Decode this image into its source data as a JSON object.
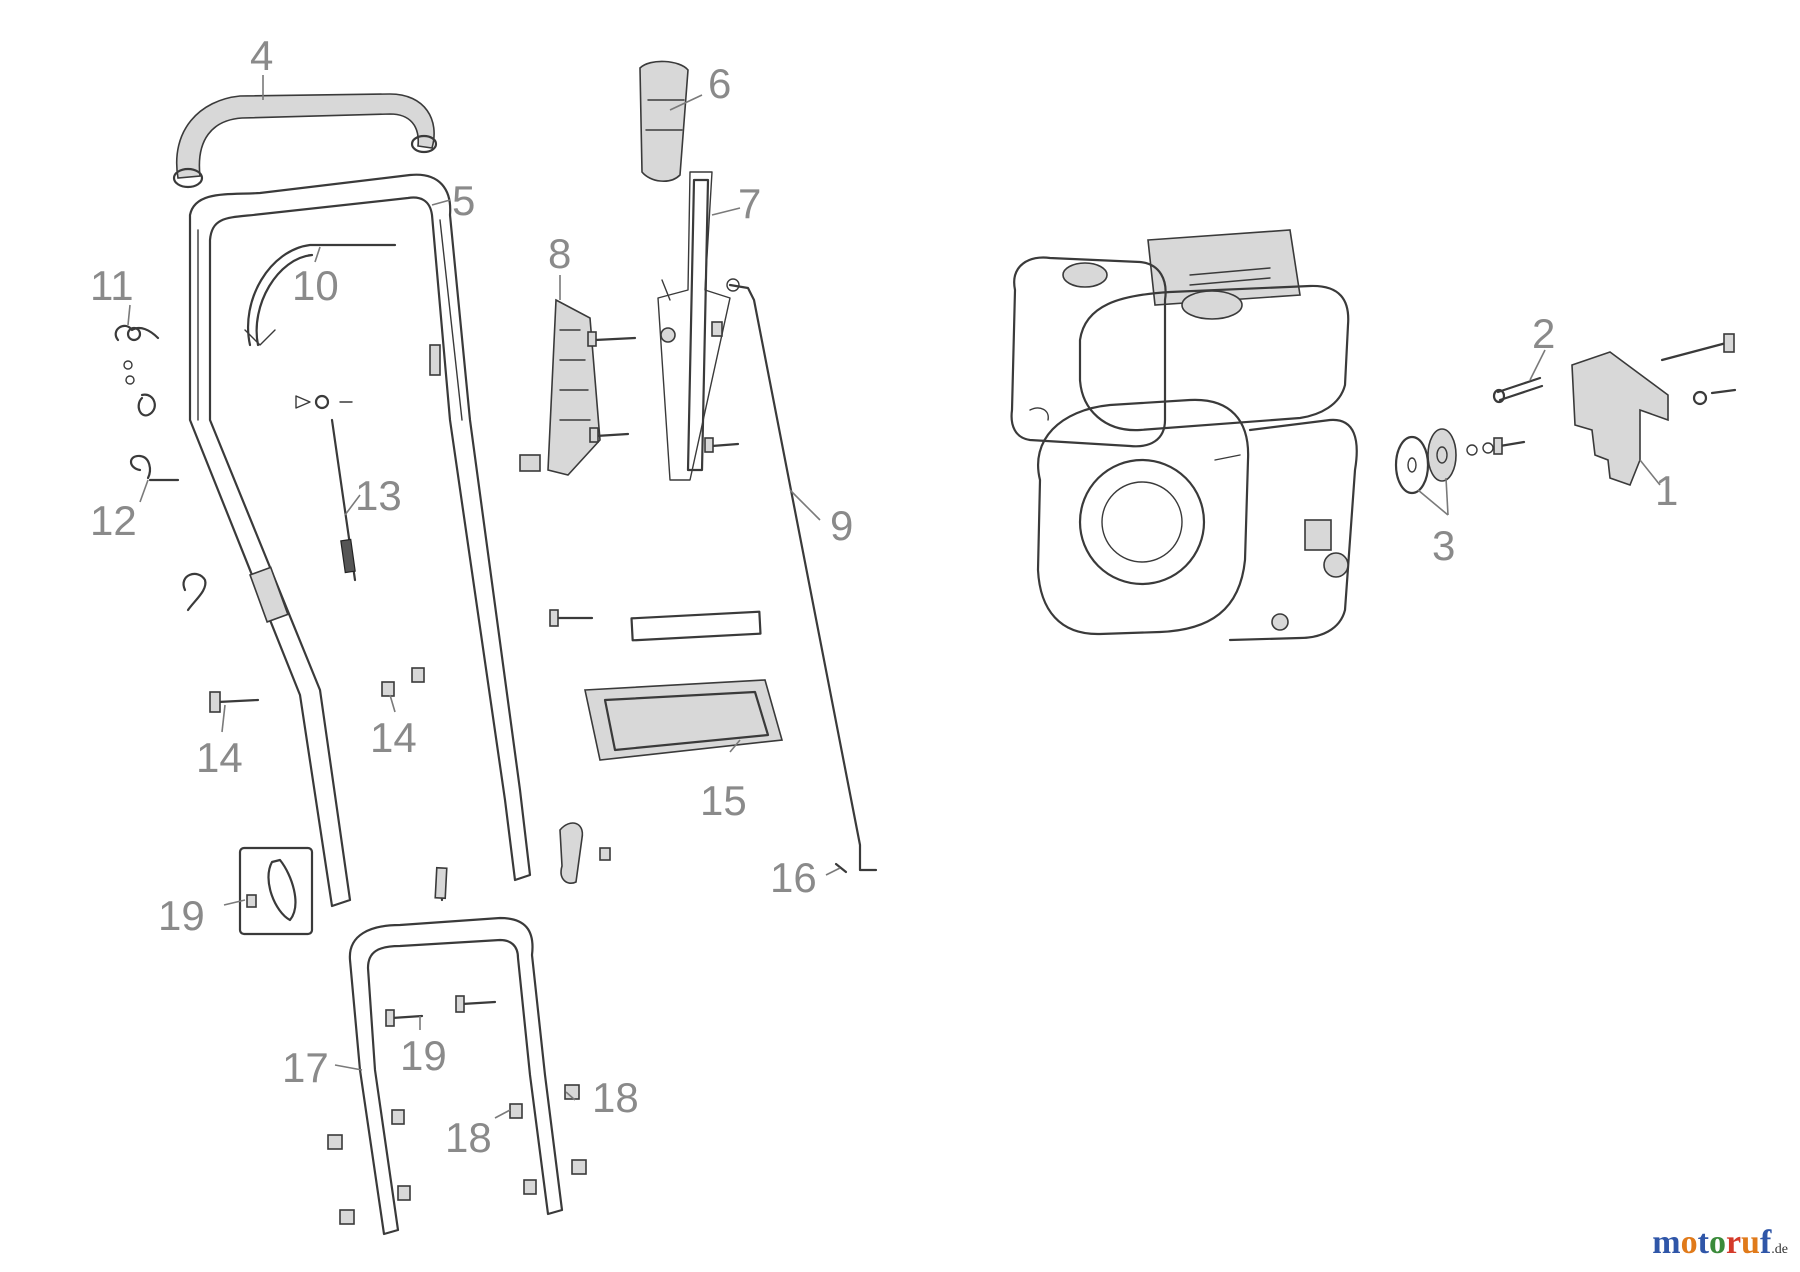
{
  "diagram": {
    "type": "exploded parts diagram",
    "callouts": [
      "1",
      "2",
      "3",
      "4",
      "5",
      "6",
      "7",
      "8",
      "9",
      "10",
      "11",
      "12",
      "13",
      "14",
      "14",
      "15",
      "16",
      "17",
      "18",
      "18",
      "19",
      "19"
    ]
  },
  "watermark": {
    "text": "motoruf",
    "tld": ".de",
    "colors": [
      "#2f56a8",
      "#e07a1a",
      "#2f56a8",
      "#3a8a3a",
      "#d43a2a",
      "#e07a1a",
      "#2f56a8"
    ]
  }
}
